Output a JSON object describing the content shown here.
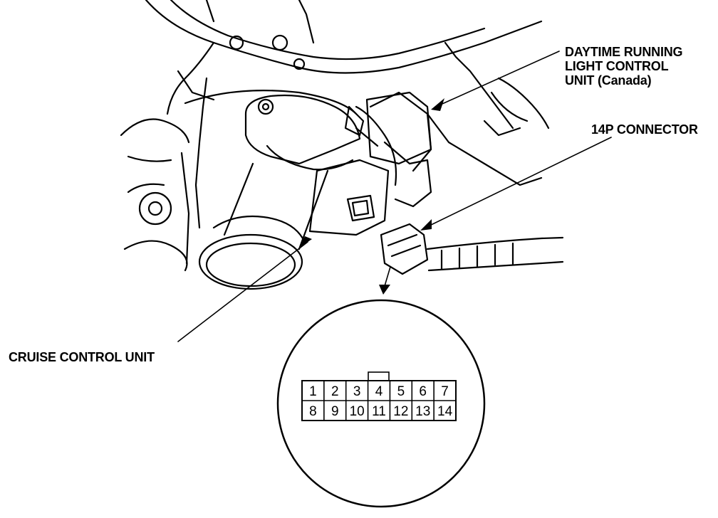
{
  "labels": {
    "drl_line1": "DAYTIME RUNNING",
    "drl_line2": "LIGHT CONTROL",
    "drl_line3": "UNIT (Canada)",
    "connector": "14P CONNECTOR",
    "cruise": "CRUISE CONTROL UNIT"
  },
  "connector_pins": {
    "top_row": [
      "1",
      "2",
      "3",
      "4",
      "5",
      "6",
      "7"
    ],
    "bottom_row": [
      "8",
      "9",
      "10",
      "11",
      "12",
      "13",
      "14"
    ]
  },
  "colors": {
    "ink": "#000000",
    "paper": "#ffffff"
  }
}
